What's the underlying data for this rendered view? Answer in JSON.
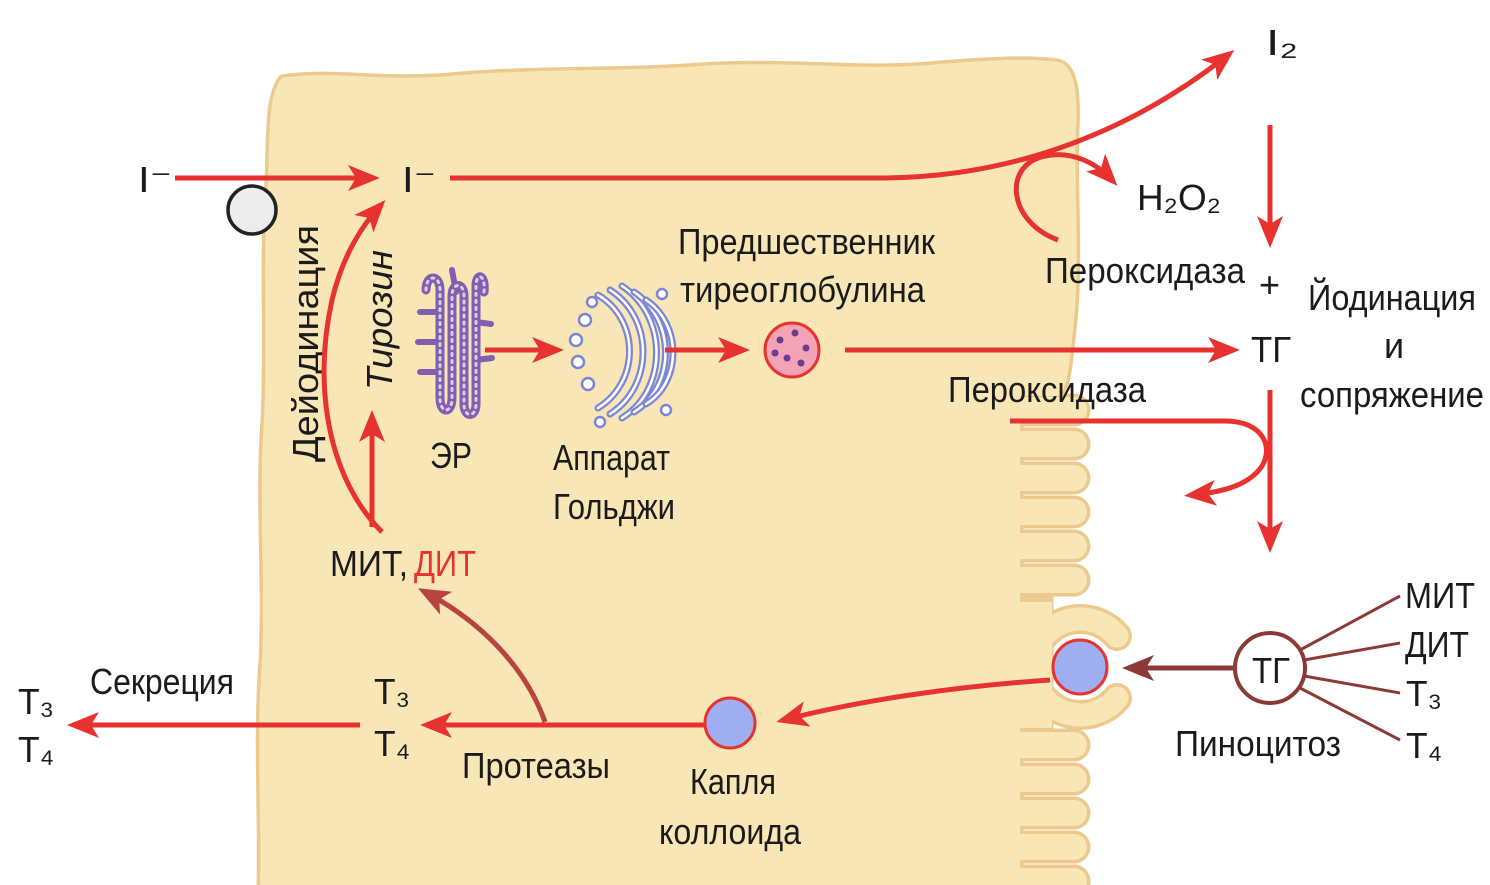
{
  "colors": {
    "arrow_red": "#e8322f",
    "arrow_dark_red": "#b9433e",
    "arrow_brown": "#8b3a36",
    "cell_fill": "#f8e6b6",
    "cell_edge": "#ecca8e",
    "er": "#7f5fae",
    "golgi": "#7b86d6",
    "precursor_granule": "#f3a3b5",
    "colloid_droplet": "#9eaef0",
    "text": "#1b1b1b",
    "dit_highlight": "#e8322f",
    "transporter": "#ececec"
  },
  "iodide_uptake": {
    "outside": "I⁻",
    "inside": "I⁻"
  },
  "apical": {
    "iodine": "I₂",
    "h2o2": "H₂O₂",
    "peroxidase_oxidation": "Пероксидаза",
    "plus": "+",
    "iodination_lines": [
      "Йодинация",
      "и",
      "сопряжение"
    ],
    "thyroglobulin": "ТГ",
    "peroxidase_coupling": "Пероксидаза"
  },
  "synthesis": {
    "precursor_lines": [
      "Предшественник",
      "тиреоглобулина"
    ],
    "er": "ЭР",
    "golgi_lines": [
      "Аппарат",
      "Гольджи"
    ],
    "tyrosine": "Тирозин"
  },
  "recycling": {
    "deiodination": "Дейодинация",
    "mit": "МИТ,",
    "dit": "ДИТ"
  },
  "secretion": {
    "label": "Секреция",
    "released": [
      "T₃",
      "T₄"
    ],
    "intracellular": [
      "T₃",
      "T₄"
    ],
    "proteases": "Протеазы",
    "colloid_droplet_lines": [
      "Капля",
      "коллоида"
    ]
  },
  "colloid": {
    "thyroglobulin": "ТГ",
    "pinocytosis": "Пиноцитоз",
    "contents": [
      "МИТ",
      "ДИТ",
      "T₃",
      "T₄"
    ]
  }
}
